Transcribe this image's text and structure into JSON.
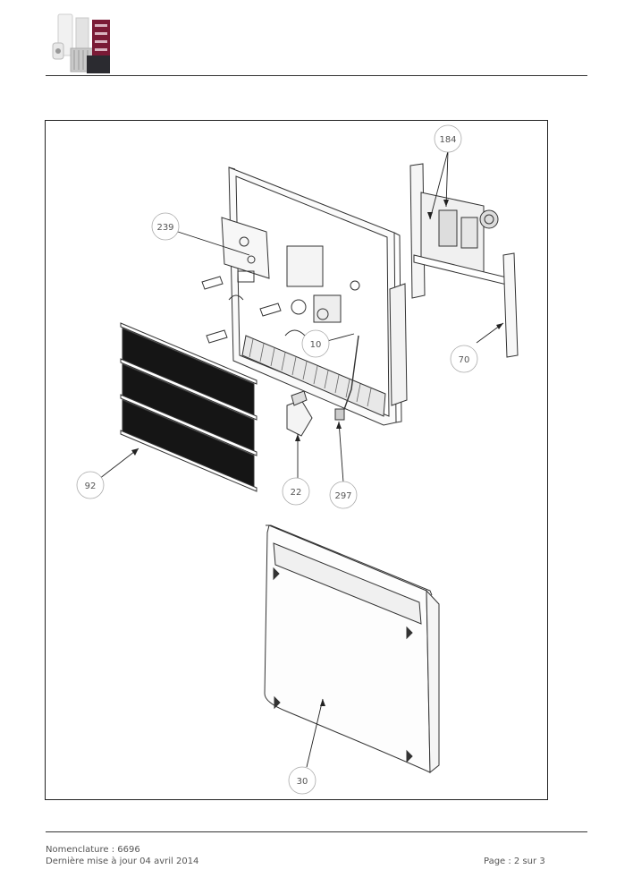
{
  "header": {
    "logo_icon": "radiator-products-logo"
  },
  "diagram": {
    "callouts": [
      {
        "id": "c184",
        "label": "184"
      },
      {
        "id": "c239",
        "label": "239"
      },
      {
        "id": "c10",
        "label": "10"
      },
      {
        "id": "c70",
        "label": "70"
      },
      {
        "id": "c92",
        "label": "92"
      },
      {
        "id": "c22",
        "label": "22"
      },
      {
        "id": "c297",
        "label": "297"
      },
      {
        "id": "c30",
        "label": "30"
      }
    ]
  },
  "footer": {
    "nomenclature": "Nomenclature : 6696",
    "last_update": "Dernière mise à jour 04 avril 2014",
    "page": "Page : 2 sur 3"
  }
}
